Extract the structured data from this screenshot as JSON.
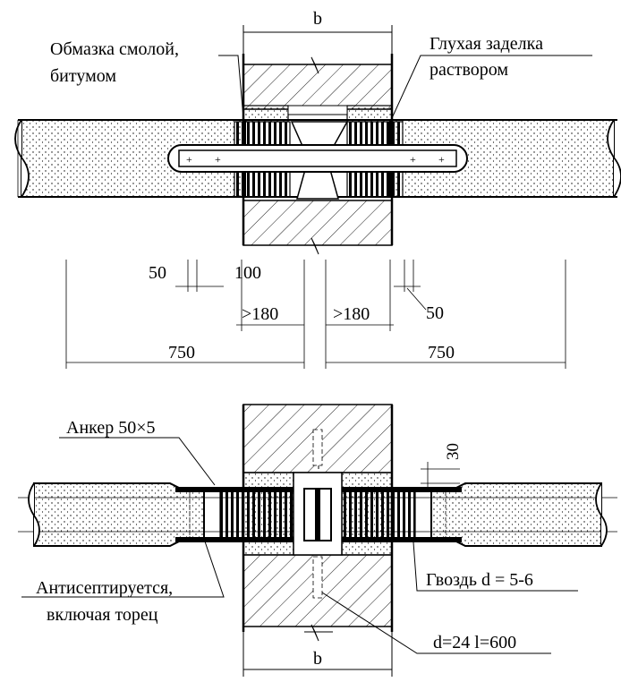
{
  "top": {
    "dim_width": "b",
    "label_resin_line1": "Обмазка смолой,",
    "label_resin_line2": "битумом",
    "label_mortar_line1": "Глухая заделка",
    "label_mortar_line2": "раствором",
    "dim_50_left": "50",
    "dim_100": "100",
    "dim_180_left": ">180",
    "dim_180_right": ">180",
    "dim_50_right": "50",
    "dim_750_left": "750",
    "dim_750_right": "750"
  },
  "bottom": {
    "label_anchor": "Анкер 50×5",
    "dim_30": "30",
    "label_antiseptic_line1": "Антисептируется,",
    "label_antiseptic_line2": "включая торец",
    "label_nail": "Гвоздь d = 5-6",
    "label_dowel": "d=24 l=600",
    "dim_width": "b"
  }
}
